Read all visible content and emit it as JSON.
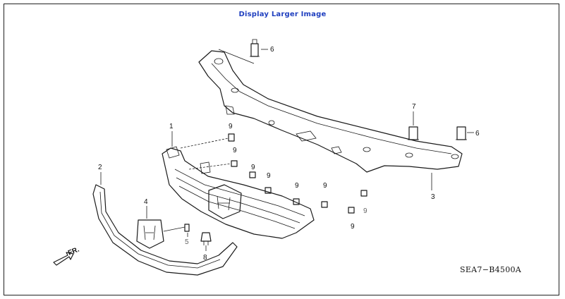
{
  "header": {
    "link_text": "Display Larger Image"
  },
  "diagram": {
    "code": "SEA7−B4500A",
    "direction_label": "FR.",
    "callouts": [
      "6",
      "7",
      "6",
      "1",
      "2",
      "3",
      "4",
      "5",
      "8",
      "9",
      "9",
      "9",
      "9",
      "9",
      "9",
      "9",
      "9"
    ]
  }
}
